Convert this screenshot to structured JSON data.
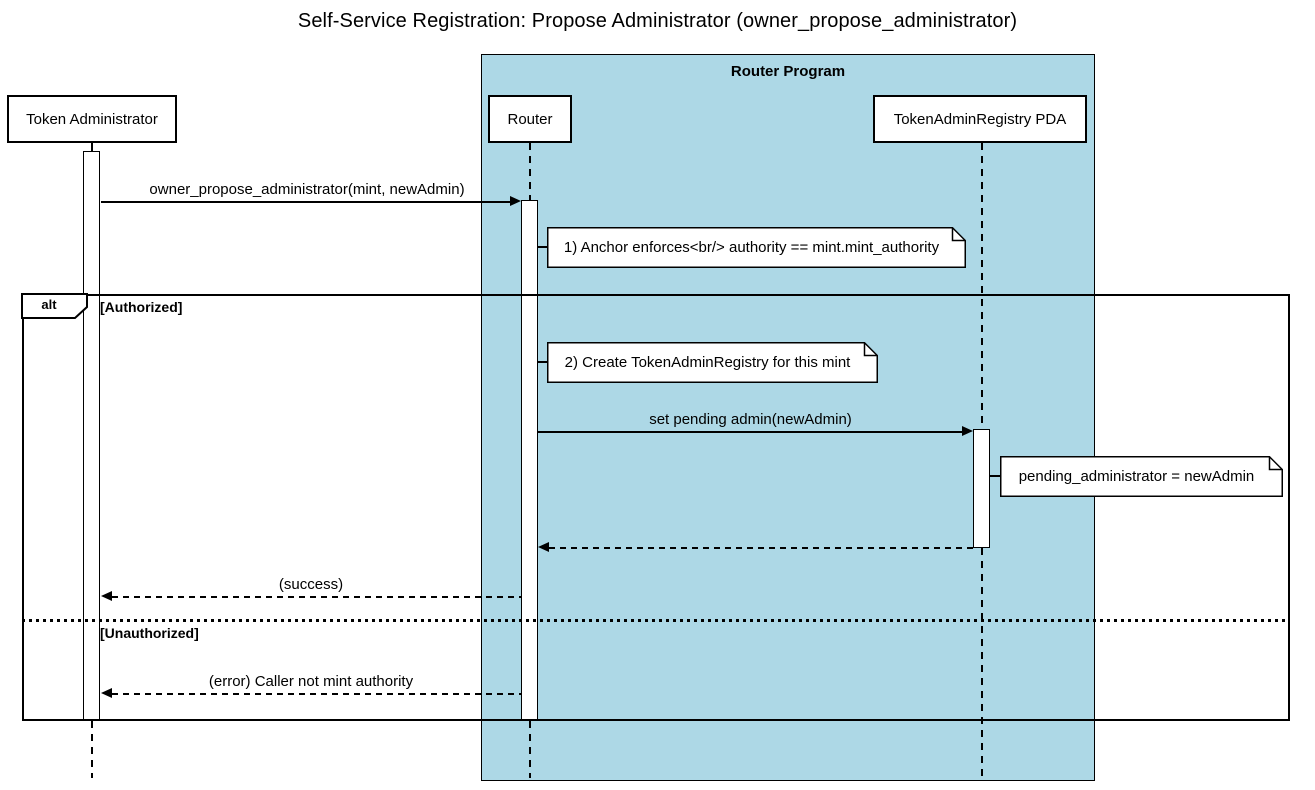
{
  "title": "Self-Service Registration: Propose Administrator (owner_propose_administrator)",
  "colors": {
    "container_fill": "#ADD8E6",
    "line": "#000000",
    "note_fill": "#FFFFFF",
    "background": "#FFFFFF"
  },
  "container": {
    "label": "Router Program"
  },
  "participants": [
    {
      "label": "Token Administrator"
    },
    {
      "label": "Router"
    },
    {
      "label": "TokenAdminRegistry PDA"
    }
  ],
  "fragment": {
    "operator": "alt",
    "conditions": [
      "[Authorized]",
      "[Unauthorized]"
    ]
  },
  "messages": [
    {
      "from": "Token Administrator",
      "to": "Router",
      "style": "solid",
      "label": "owner_propose_administrator(mint, newAdmin)"
    },
    {
      "from": "Router",
      "to": "TokenAdminRegistry PDA",
      "style": "solid",
      "label": "set pending admin(newAdmin)"
    },
    {
      "from": "TokenAdminRegistry PDA",
      "to": "Router",
      "style": "dashed-return",
      "label": ""
    },
    {
      "from": "Router",
      "to": "Token Administrator",
      "style": "dashed-return",
      "label": "(success)"
    },
    {
      "from": "Router",
      "to": "Token Administrator",
      "style": "dashed-return",
      "label": "(error) Caller not mint authority"
    }
  ],
  "notes": [
    {
      "text": "1) Anchor enforces<br/> authority == mint.mint_authority"
    },
    {
      "text": "2) Create TokenAdminRegistry for this mint"
    },
    {
      "text": "pending_administrator = newAdmin"
    }
  ]
}
